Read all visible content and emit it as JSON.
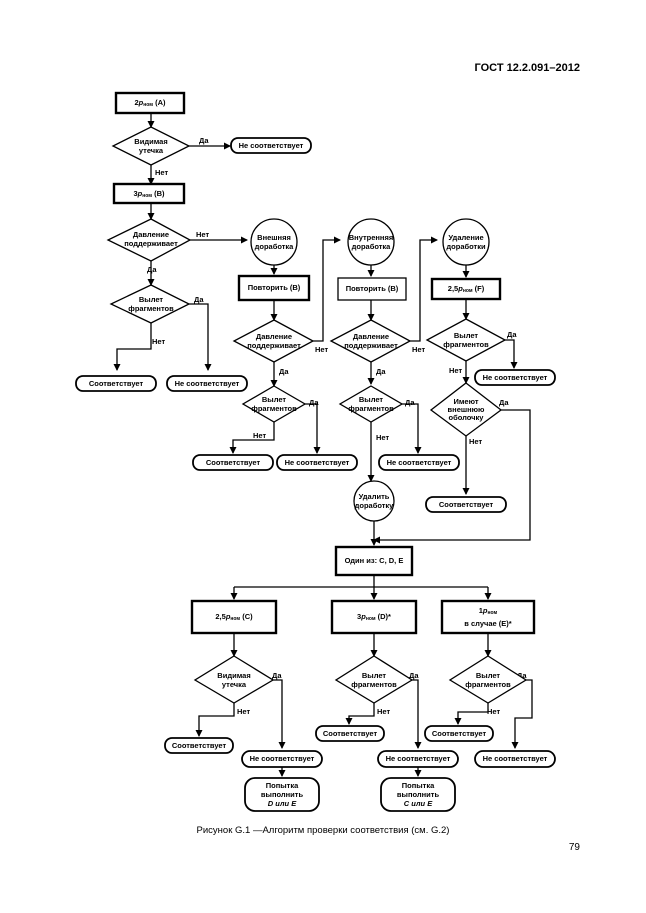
{
  "header": "ГОСТ 12.2.091–2012",
  "caption": "Рисунок G.1 —Алгоритм проверки соответствия (см. G.2)",
  "page_number": "79",
  "flowchart": {
    "start": {
      "pre": "2",
      "p": "p",
      "sub": "ном",
      "post": " (A)"
    },
    "leak1": [
      "Видимая",
      "утечка"
    ],
    "no_match_top": "Не соответствует",
    "step_b": {
      "pre": "3",
      "p": "p",
      "sub": "ном",
      "post": " (B)"
    },
    "pressure_main": [
      "Давление",
      "поддерживает"
    ],
    "ext_mod": [
      "Внешняя",
      "доработка"
    ],
    "int_mod": [
      "Внутренняя",
      "доработка"
    ],
    "remove_mod": [
      "Удаление",
      "доработки"
    ],
    "repeat_b1": "Повторить (B)",
    "repeat_b2": "Повторить (B)",
    "step_f": {
      "pre": "2,5",
      "p": "p",
      "sub": "ном",
      "post": " (F)"
    },
    "frag_main": [
      "Вылет",
      "фрагментов"
    ],
    "pressure_1": [
      "Давление",
      "поддерживает"
    ],
    "pressure_2": [
      "Давление",
      "поддерживает"
    ],
    "frag_f": [
      "Вылет",
      "фрагментов"
    ],
    "frag_1": [
      "Вылет",
      "фрагментов"
    ],
    "frag_2": [
      "Вылет",
      "фрагментов"
    ],
    "outer_shell": [
      "Имеют",
      "внешнюю",
      "оболочку"
    ],
    "remove_mod2": [
      "Удалить",
      "доработку"
    ],
    "one_of": "Один из: C, D, E",
    "step_c": {
      "pre": "2,5",
      "p": "p",
      "sub": "ном",
      "post": " (C)"
    },
    "step_d": {
      "pre": "3",
      "p": "p",
      "sub": "ном",
      "post": " (D)*"
    },
    "step_e": {
      "pre": "1",
      "p": "p",
      "sub": "ном",
      "line2": "в случае (E)*"
    },
    "leak_c": [
      "Видимая",
      "утечка"
    ],
    "frag_d": [
      "Вылет",
      "фрагментов"
    ],
    "frag_e": [
      "Вылет",
      "фрагментов"
    ],
    "match": "Соответствует",
    "no_match": "Не соответствует",
    "try_c": [
      "Попытка",
      "выполнить",
      "D или E"
    ],
    "try_d": [
      "Попытка",
      "выполнить",
      "C или E"
    ],
    "yes": "Да",
    "no": "Нет"
  }
}
